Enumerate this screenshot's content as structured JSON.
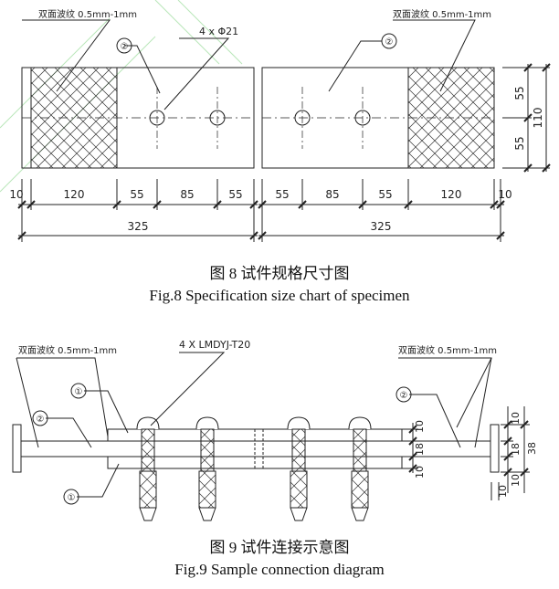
{
  "fig8": {
    "caption_cn": "图 8  试件规格尺寸图",
    "caption_en": "Fig.8 Specification size chart of specimen",
    "note_left": "双面波纹 0.5mm-1mm",
    "note_right": "双面波纹 0.5mm-1mm",
    "hole_label": "4 x Φ21",
    "marker_left": "②",
    "marker_right": "②",
    "dims_left": [
      "10",
      "120",
      "55",
      "85",
      "55"
    ],
    "dims_right": [
      "55",
      "85",
      "55",
      "120",
      "10"
    ],
    "total_left": "325",
    "total_right": "325",
    "dims_vertical": [
      "55",
      "55",
      "110"
    ]
  },
  "fig9": {
    "caption_cn": "图 9  试件连接示意图",
    "caption_en": "Fig.9 Sample connection diagram",
    "note_left": "双面波纹 0.5mm-1mm",
    "note_right": "双面波纹 0.5mm-1mm",
    "bolt_label": "4 X LMDYJ-T20",
    "marker_1_top": "①",
    "marker_2_left": "②",
    "marker_1_bottom": "①",
    "marker_2_right": "②",
    "dims_mid": [
      "10",
      "18",
      "10"
    ],
    "dims_right": [
      "10",
      "18",
      "10",
      "38"
    ],
    "dim_bottom": "10"
  },
  "colors": {
    "line": "#222222",
    "hatch": "#333333",
    "watermark": "#b9e7b9"
  }
}
